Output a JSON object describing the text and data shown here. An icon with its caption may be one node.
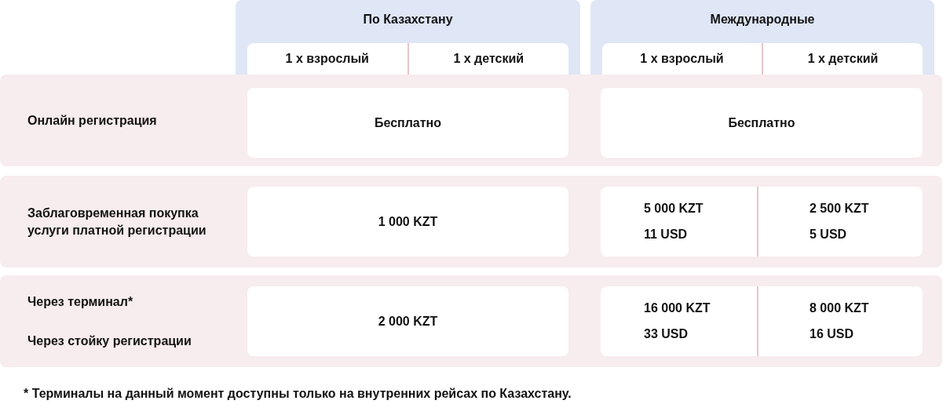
{
  "diagram": {
    "nodes": [
      {
        "text": [
          "По Казахстану",
          "1 х взрослый",
          "1 х детский"
        ]
      },
      {
        "text": [
          "Международные",
          "1 х взрослый",
          "1 х детский"
        ]
      },
      {
        "text": [
          "Онлайн регистрация"
        ]
      },
      {
        "text": [
          "Бесплатно"
        ],
        "in": 2
      },
      {
        "text": [
          "Бесплатно"
        ],
        "in": 2
      },
      {
        "text": [
          "Заблаговременная покупка услуги платной регистрации"
        ]
      },
      {
        "text": [
          "1 000 KZT"
        ],
        "in": 5
      },
      {
        "text": [
          "5 000 KZT",
          "11 USD",
          "2 500 KZT",
          "5 USD"
        ],
        "in": 5
      },
      {
        "text": [
          "Через терминал*",
          "Через стойку регистрации"
        ]
      },
      {
        "text": [
          "2 000 KZT"
        ],
        "in": 8
      },
      {
        "text": [
          "16 000 KZT",
          "33 USD",
          "8 000 KZT",
          "16 USD"
        ],
        "in": 8
      }
    ],
    "labels": [
      "* Терминалы на данный момент доступны только на внутренних рейсах по Казахстану."
    ]
  }
}
